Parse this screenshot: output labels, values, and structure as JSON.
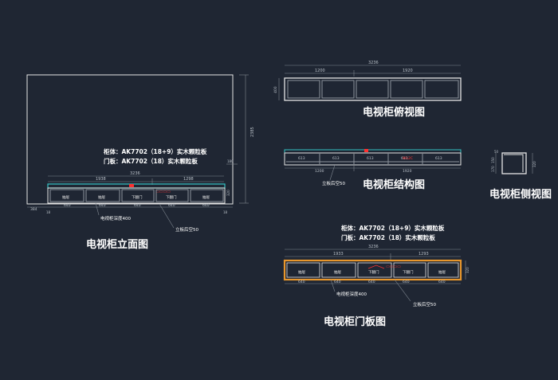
{
  "colors": {
    "background": "#1f2633",
    "line": "#e6e6e6",
    "dimension": "#7f8790",
    "cyan": "#36c4c4",
    "orange": "#e8962c",
    "red": "#ff3030"
  },
  "elevation": {
    "title": "电视柜立面图",
    "material_body": "柜体：AK7702（18+9）实木颗粒板",
    "material_door": "门板：AK7702（18）实木颗粒板",
    "dim_total": "3236",
    "dim_left": "1938",
    "dim_right": "1298",
    "dim_height": "2385",
    "dim_side_top": "180",
    "dim_side_bottom": "320",
    "dim_bottom_left": "384",
    "dim_bottom_ends": [
      "18",
      "18"
    ],
    "dim_bottom_cells": [
      "640",
      "640",
      "640",
      "640",
      "640"
    ],
    "cell_labels": [
      "抽屉",
      "抽屉",
      "下翻门",
      "下翻门",
      "抽屉"
    ],
    "callout_depth": "电视柜深度400",
    "callout_recess": "立板后空50",
    "red_tag": "▭▭▭▭"
  },
  "top_view": {
    "title": "电视柜俯视图",
    "dim_total": "3236",
    "dim_left": "1200",
    "dim_right": "1920",
    "dim_side": "400"
  },
  "structure": {
    "title": "电视柜结构图",
    "cell_dims": [
      "613",
      "613",
      "613",
      "613",
      "613"
    ],
    "dim_bottom_left": "1200",
    "dim_bottom_right": "1920",
    "red_tag": "WL2C",
    "callout_recess": "立板后空50"
  },
  "side_view": {
    "title": "电视柜侧视图",
    "dim_top": "50",
    "dim_left": [
      "150",
      "170"
    ],
    "dim_right": "320"
  },
  "door_view": {
    "title": "电视柜门板图",
    "material_body": "柜体：AK7702（18+9）实木颗粒板",
    "material_door": "门板：AK7702（18）实木颗粒板",
    "dim_total": "3236",
    "dim_left": "1933",
    "dim_right": "1293",
    "dim_side": "320",
    "cell_labels": [
      "抽屉",
      "抽屉",
      "下翻门",
      "下翻门",
      "抽屉"
    ],
    "dim_bottom_cells": [
      "640",
      "640",
      "640",
      "640",
      "640"
    ],
    "callout_depth": "电视柜深度400",
    "callout_recess": "立板后空50",
    "red_tag": "▭▭▭▭"
  }
}
